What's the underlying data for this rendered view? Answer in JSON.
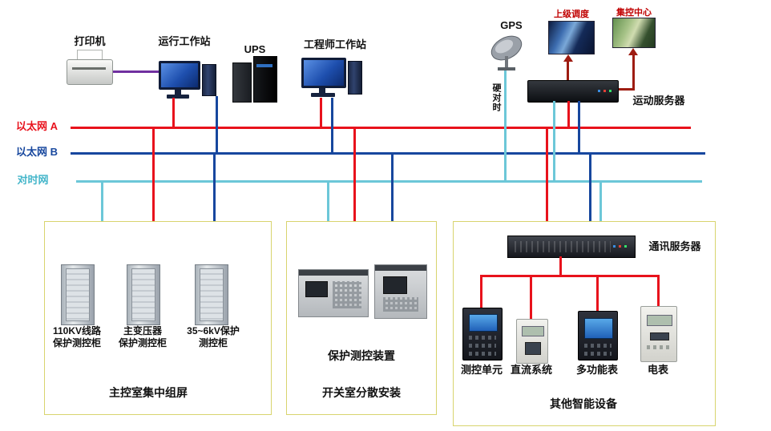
{
  "buses": {
    "ethernet_a": {
      "label": "以太网 A",
      "color": "#e8121c"
    },
    "ethernet_b": {
      "label": "以太网 B",
      "color": "#17479e"
    },
    "time_sync": {
      "label": "对时网",
      "color": "#6cc7d8"
    }
  },
  "top": {
    "printer": "打印机",
    "operator_ws": "运行工作站",
    "ups": "UPS",
    "engineer_ws": "工程师工作站",
    "gps": "GPS",
    "hard_sync": "硬对时",
    "dispatch": "上级调度",
    "control_center": "集控中心",
    "server": "运动服务器"
  },
  "left_box": {
    "cab1_l1": "110KV线路",
    "cab1_l2": "保护测控柜",
    "cab2_l1": "主变压器",
    "cab2_l2": "保护测控柜",
    "cab3_l1": "35~6kV保护",
    "cab3_l2": "测控柜",
    "caption": "主控室集中组屏"
  },
  "mid_box": {
    "device": "保护测控装置",
    "caption": "开关室分散安装"
  },
  "right_box": {
    "server": "通讯服务器",
    "dev1": "测控单元",
    "dev2": "直流系统",
    "dev3": "多功能表",
    "dev4": "电表",
    "caption": "其他智能设备"
  },
  "link_colors": {
    "dispatch_link": "#9e1c12",
    "printer_link": "#7030a0",
    "group_border": "#d8d46e"
  }
}
